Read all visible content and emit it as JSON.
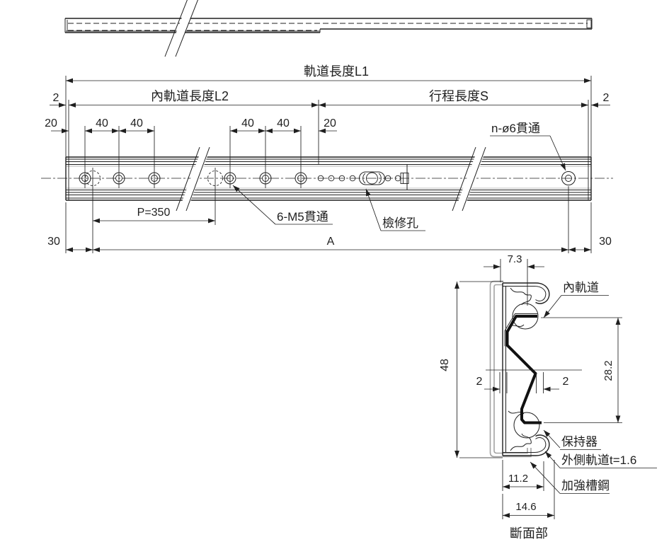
{
  "elevation": {
    "dim_rail_length": "軌道長度L1",
    "dim_inner_rail_length": "內軌道長度L2",
    "dim_stroke_length": "行程長度S",
    "dim_end_cap_left": "2",
    "dim_end_cap_right": "2",
    "hole_dims_left": [
      "20",
      "40",
      "40"
    ],
    "hole_dims_right": [
      "40",
      "40",
      "20"
    ],
    "dim_pitch": "P=350",
    "dim_edge_to_hole_left": "30",
    "dim_edge_to_hole_right": "30",
    "dim_hole_span": "A",
    "label_screw_holes": "6-M5貫通",
    "label_inspection_hole": "檢修孔",
    "label_through_holes": "n-ø6貫通"
  },
  "section": {
    "caption": "斷面部",
    "dim_top_width": "7.3",
    "dim_height": "48",
    "dim_inner_rail_height": "28.2",
    "dim_gap_left": "2",
    "dim_gap_right": "2",
    "dim_inner_width": "11.2",
    "dim_outer_width": "14.6",
    "label_inner_rail": "內軌道",
    "label_retainer": "保持器",
    "label_outer_rail": "外側軌道t=1.6",
    "label_reinforcing_channel": "加強槽鋼"
  },
  "colors": {
    "line": "#1f1f1f",
    "reinforcing_gray": "#a3a3a3",
    "background": "#ffffff"
  }
}
